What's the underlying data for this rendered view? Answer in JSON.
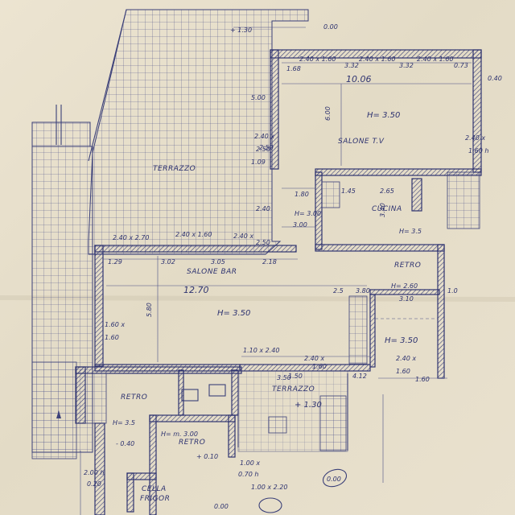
{
  "rooms": {
    "terrazzo_top": "TERRAZZO",
    "salone_tv": "SALONE T.V",
    "salone_bar": "SALONE BAR",
    "cucina": "CUCINA",
    "retro_right": "RETRO",
    "retro_left": "RETRO",
    "retro_small": "RETRO",
    "terrazzo_bottom": "TERRAZZO",
    "cella_frigor_1": "CELLA",
    "cella_frigor_2": "FRIGOR"
  },
  "heights": {
    "salone_tv": "H= 3.50",
    "salone_bar": "H= 3.50",
    "cucina": "H= 3.00",
    "cucina_right": "H= 3.5",
    "retro_right": "H= 2.60",
    "right_lower": "H= 3.50",
    "retro_left": "H= 3.5",
    "retro_small": "H= m. 3.00"
  },
  "dims": {
    "top_level": "+ 1.30",
    "top_zero": "0.00",
    "tv_width": "10.06",
    "tv_depth": "6.00",
    "bar_width": "12.70",
    "bar_depth": "5.80",
    "w1": "2.40 x 1.60",
    "w2": "2.40 x 1.60",
    "w3": "2.40 x 1.60",
    "d1": "1.68",
    "d2": "3.32",
    "d3": "3.32",
    "d4": "0.73",
    "d5": "0.40",
    "tv_r1": "2.40 x",
    "tv_r2": "1.60 h",
    "tv_l1": "2.40 x",
    "tv_l2": "2.50",
    "tv_l3": "5.00",
    "tv_l4": "1.09",
    "bar_w1": "2.40 x 2.70",
    "bar_w2": "2.40 x 1.60",
    "bar_w3": "2.40 x",
    "bar_w4": "2.50",
    "bar_d1": "1.29",
    "bar_d2": "3.02",
    "bar_d3": "3.05",
    "bar_d4": "2.18",
    "bar_d5": "1.60 x",
    "bar_d6": "1.60",
    "bar_d7": "2.50",
    "cuc_1": "1.80",
    "cuc_2": "1.45",
    "cuc_3": "2.65",
    "cuc_4": "3.40",
    "cuc_5": "3.00",
    "cuc_6": "2.40",
    "retro_d1": "2.5",
    "retro_d2": "3.80",
    "retro_d3": "3.10",
    "retro_d4": "1.0",
    "low_1": "1.10 x 2.40",
    "low_2": "2.40 x",
    "low_3": "1.60",
    "low_4": "2.40 x",
    "low_5": "1.60",
    "low_6": "4.12",
    "low_7": "1.60",
    "low_8": "1.50",
    "low_9": "3.50",
    "low_10": "+ 1.30",
    "low_11": "- 0.40",
    "low_12": "+ 0.10",
    "low_13": "1.00 x",
    "low_14": "0.70 h",
    "low_15": "1.00 x 2.20",
    "low_16": "0.00",
    "low_17": "2.00 h",
    "low_18": "0.20",
    "circle_lbl": "0.00"
  },
  "colors": {
    "ink": "#3a3f78",
    "paper": "#e7dfcb"
  }
}
